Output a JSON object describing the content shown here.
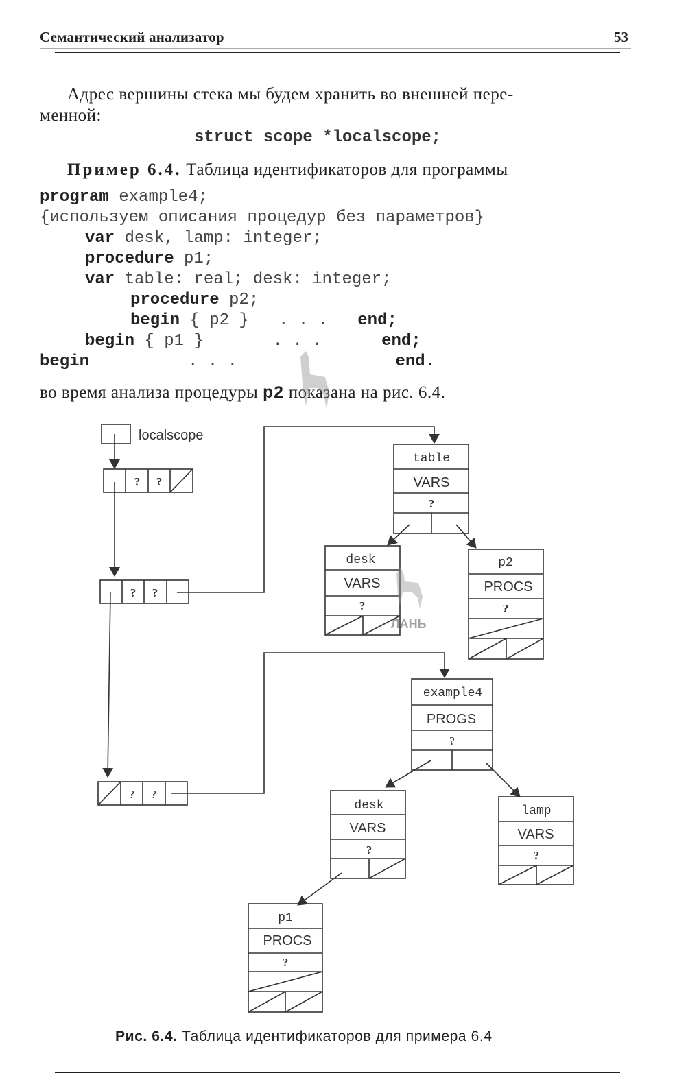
{
  "header": {
    "title": "Семантический анализатор",
    "page_number": "53"
  },
  "intro": {
    "line1": "Адрес вершины стека мы будем хранить во внешней пере-",
    "line2": "менной:",
    "declaration": "struct  scope  *localscope;"
  },
  "example": {
    "label": "Пример 6.4.",
    "text": " Таблица идентификаторов для программы"
  },
  "code": [
    {
      "kw": "program",
      "rest": " example4;"
    },
    {
      "kw": "",
      "rest": "{используем описания процедур без параметров}"
    },
    {
      "kw": "var",
      "rest": " desk, lamp: integer;"
    },
    {
      "kw": "procedure",
      "rest": " p1;"
    },
    {
      "kw": "var",
      "rest": " table: real; desk: integer;"
    },
    {
      "kw": "procedure",
      "rest": " p2;"
    },
    {
      "kw": "begin",
      "rest": " { p2 }   . . .   ",
      "kw2": "end;"
    },
    {
      "kw": "begin",
      "rest": " { p1 }       . . .      ",
      "kw2": "end;"
    },
    {
      "kw": "begin",
      "rest": "          . . .                ",
      "kw2": "end."
    }
  ],
  "after_code": {
    "before": "во время анализа процедуры ",
    "bold": "p2",
    "after": " показана на рис. 6.4."
  },
  "figure": {
    "localscope_label": "localscope",
    "scope_cells": [
      "?",
      "?"
    ],
    "nodes": {
      "table": {
        "name": "table",
        "kind": "VARS",
        "info": "?"
      },
      "desk_inner": {
        "name": "desk",
        "kind": "VARS",
        "info": "?"
      },
      "p2": {
        "name": "p2",
        "kind": "PROCS",
        "info": "?"
      },
      "example4": {
        "name": "example4",
        "kind": "PROGS",
        "info": "?"
      },
      "desk_outer": {
        "name": "desk",
        "kind": "VARS",
        "info": "?"
      },
      "lamp": {
        "name": "lamp",
        "kind": "VARS",
        "info": "?"
      },
      "p1": {
        "name": "p1",
        "kind": "PROCS",
        "info": "?"
      }
    },
    "watermark": "ЛАНЬ"
  },
  "caption": {
    "label": "Рис. 6.4.",
    "text": " Таблица идентификаторов для примера 6.4"
  }
}
